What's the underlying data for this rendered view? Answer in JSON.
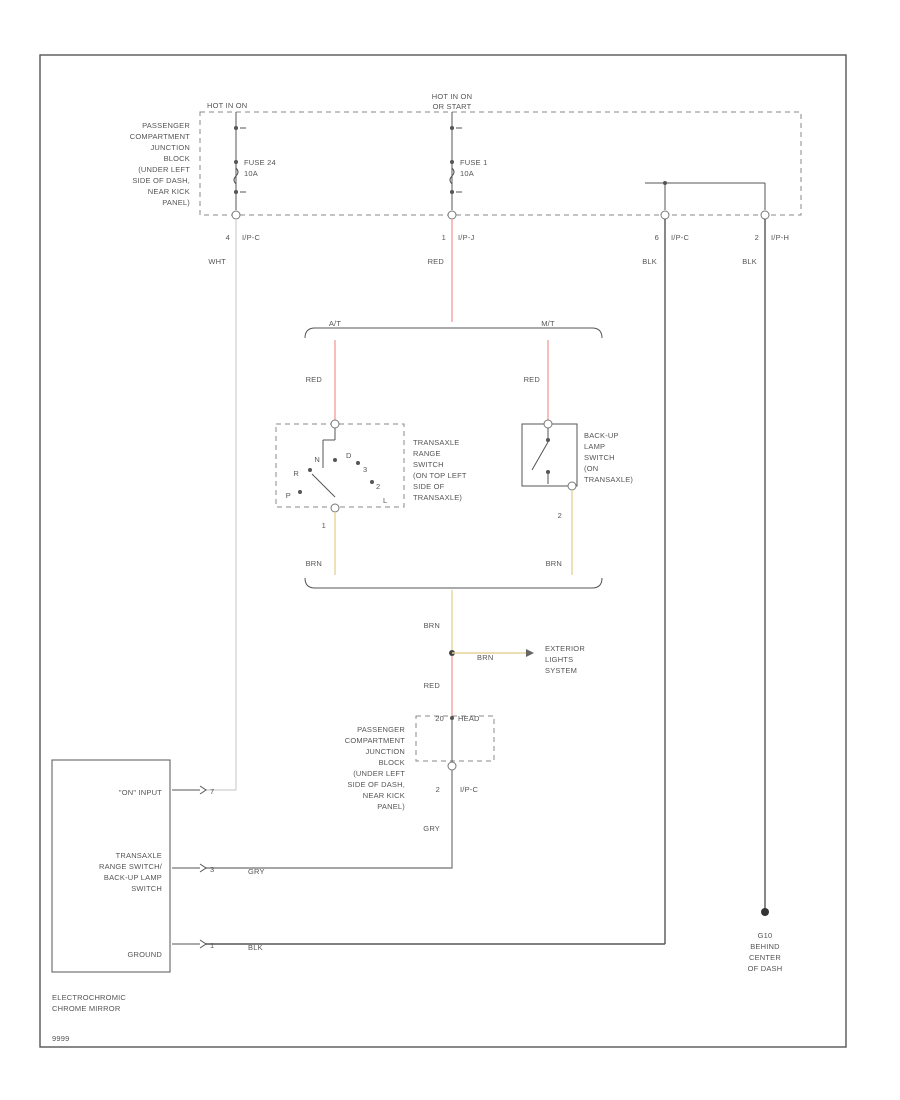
{
  "colors": {
    "red_wire": "#f4a3a3",
    "brn_wire": "#e6d29a",
    "wht_wire": "#d6d6d6",
    "blk_wire": "#555555",
    "frame": "#555555"
  },
  "junction_top": {
    "label_lines": [
      "PASSENGER",
      "COMPARTMENT",
      "JUNCTION",
      "BLOCK",
      "(UNDER LEFT",
      "SIDE OF DASH,",
      "NEAR KICK",
      "PANEL)"
    ],
    "hot_left": "HOT IN ON",
    "hot_center_lines": [
      "HOT IN ON",
      "OR START"
    ],
    "fuse_left": {
      "name": "FUSE 24",
      "rating": "10A"
    },
    "fuse_center": {
      "name": "FUSE 1",
      "rating": "10A"
    },
    "pins": [
      {
        "num": "4",
        "conn": "I/P-C",
        "wire": "WHT"
      },
      {
        "num": "1",
        "conn": "I/P-J",
        "wire": "RED"
      },
      {
        "num": "6",
        "conn": "I/P-C",
        "wire": "BLK"
      },
      {
        "num": "2",
        "conn": "I/P-H",
        "wire": "BLK"
      }
    ]
  },
  "split_top": {
    "left": "A/T",
    "right": "M/T",
    "left_wire": "RED",
    "right_wire": "RED"
  },
  "range_switch": {
    "label_lines": [
      "TRANSAXLE",
      "RANGE",
      "SWITCH",
      "(ON TOP LEFT",
      "SIDE OF",
      "TRANSAXLE)"
    ],
    "positions": [
      "P",
      "R",
      "N",
      "D",
      "3",
      "2",
      "L"
    ],
    "pin_bottom": "1",
    "wire_bottom": "BRN"
  },
  "backup_switch": {
    "label_lines": [
      "BACK-UP",
      "LAMP",
      "SWITCH",
      "(ON",
      "TRANSAXLE)"
    ],
    "pin_bottom": "2",
    "wire_bottom": "BRN"
  },
  "merge": {
    "wire": "BRN",
    "branch_wire": "BRN",
    "exterior_lines": [
      "EXTERIOR",
      "LIGHTS",
      "SYSTEM"
    ],
    "lower_wire": "RED"
  },
  "junction_bottom": {
    "label_lines": [
      "PASSENGER",
      "COMPARTMENT",
      "JUNCTION",
      "BLOCK",
      "(UNDER LEFT",
      "SIDE OF DASH,",
      "NEAR KICK",
      "PANEL)"
    ],
    "top_pin": "20",
    "top_tag": "HEAD",
    "bottom_pin": "2",
    "conn": "I/P-C",
    "wire": "GRY"
  },
  "mirror": {
    "title_lines": [
      "ELECTROCHROMIC",
      "CHROME MIRROR"
    ],
    "inputs": [
      {
        "lines": [
          "\"ON\" INPUT"
        ],
        "pin": "7",
        "wire": ""
      },
      {
        "lines": [
          "TRANSAXLE",
          "RANGE SWITCH/",
          "BACK-UP LAMP",
          "SWITCH"
        ],
        "pin": "3",
        "wire": "GRY"
      },
      {
        "lines": [
          "GROUND"
        ],
        "pin": "1",
        "wire": "BLK"
      }
    ]
  },
  "ground": {
    "id": "G10",
    "lines": [
      "BEHIND",
      "CENTER",
      "OF DASH"
    ]
  },
  "footer_code": "9999"
}
